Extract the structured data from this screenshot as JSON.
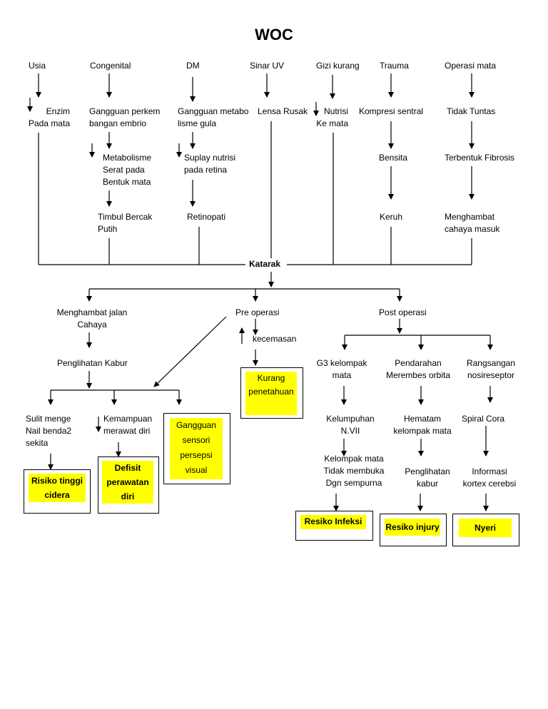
{
  "title": "WOC",
  "causes": {
    "usia": "Usia",
    "congenital": "Congenital",
    "dm": "DM",
    "sinar_uv": "Sinar UV",
    "gizi_kurang": "Gizi kurang",
    "trauma": "Trauma",
    "operasi_mata": "Operasi mata"
  },
  "level2": {
    "enzim": "Enzim\nPada mata",
    "gangguan_perkembangan": "Gangguan perkem\nbangan embrio",
    "gangguan_metabolisme": "Gangguan metabo\nlisme gula",
    "lensa_rusak": "Lensa Rusak",
    "nutrisi": "Nutrisi\nKe mata",
    "kompresi": "Kompresi sentral",
    "tidak_tuntas": "Tidak Tuntas"
  },
  "level3": {
    "metabolisme": "Metabolisme\nSerat pada\nBentuk mata",
    "suplay": "Suplay nutrisi\npada retina",
    "bensita": "Bensita",
    "fibrosis": "Terbentuk Fibrosis"
  },
  "level4": {
    "timbul_bercak": "Timbul Bercak\nPutih",
    "retinopati": "Retinopati",
    "keruh": "Keruh",
    "menghambat_cahaya": "Menghambat\ncahaya masuk"
  },
  "katarak": "Katarak",
  "branches": {
    "menghambat_jalan": "Menghambat jalan\nCahaya",
    "pre_operasi": "Pre operasi",
    "post_operasi": "Post operasi",
    "kecemasan": "kecemasan",
    "penglihatan_kabur": "Penglihatan Kabur",
    "sulit_mengenal": "Sulit menge\nNail benda2\nsekita",
    "kemampuan": "Kemampuan\nmerawat diri",
    "g3_kelopak": "G3 kelompak\nmata",
    "pendarahan": "Pendarahan\nMerembes orbita",
    "rangsangan": "Rangsangan\nnosireseptor",
    "kelumpuhan": "Kelumpuhan\nN.VII",
    "hematam": "Hematam\nkelompak mata",
    "spiral_cora": "Spiral Cora",
    "kelopak_tidak": "Kelompak mata\nTidak membuka\nDgn sempurna",
    "penglihatan_kabur2": "Penglihatan\nkabur",
    "informasi": "Informasi\nkortex cerebsi"
  },
  "diagnoses": {
    "kurang_pengetahuan": "Kurang\npenetahuan",
    "gangguan_sensori": "Gangguan\nsensori\npersepsi\nvisual",
    "risiko_cidera": "Risiko tinggi\ncidera",
    "defisit": "Defisit\nperawatan\ndiri",
    "resiko_infeksi": "Resiko Infeksi",
    "resiko_injury": "Resiko injury",
    "nyeri": "Nyeri"
  },
  "colors": {
    "highlight": "#ffff00",
    "line": "#000000"
  }
}
